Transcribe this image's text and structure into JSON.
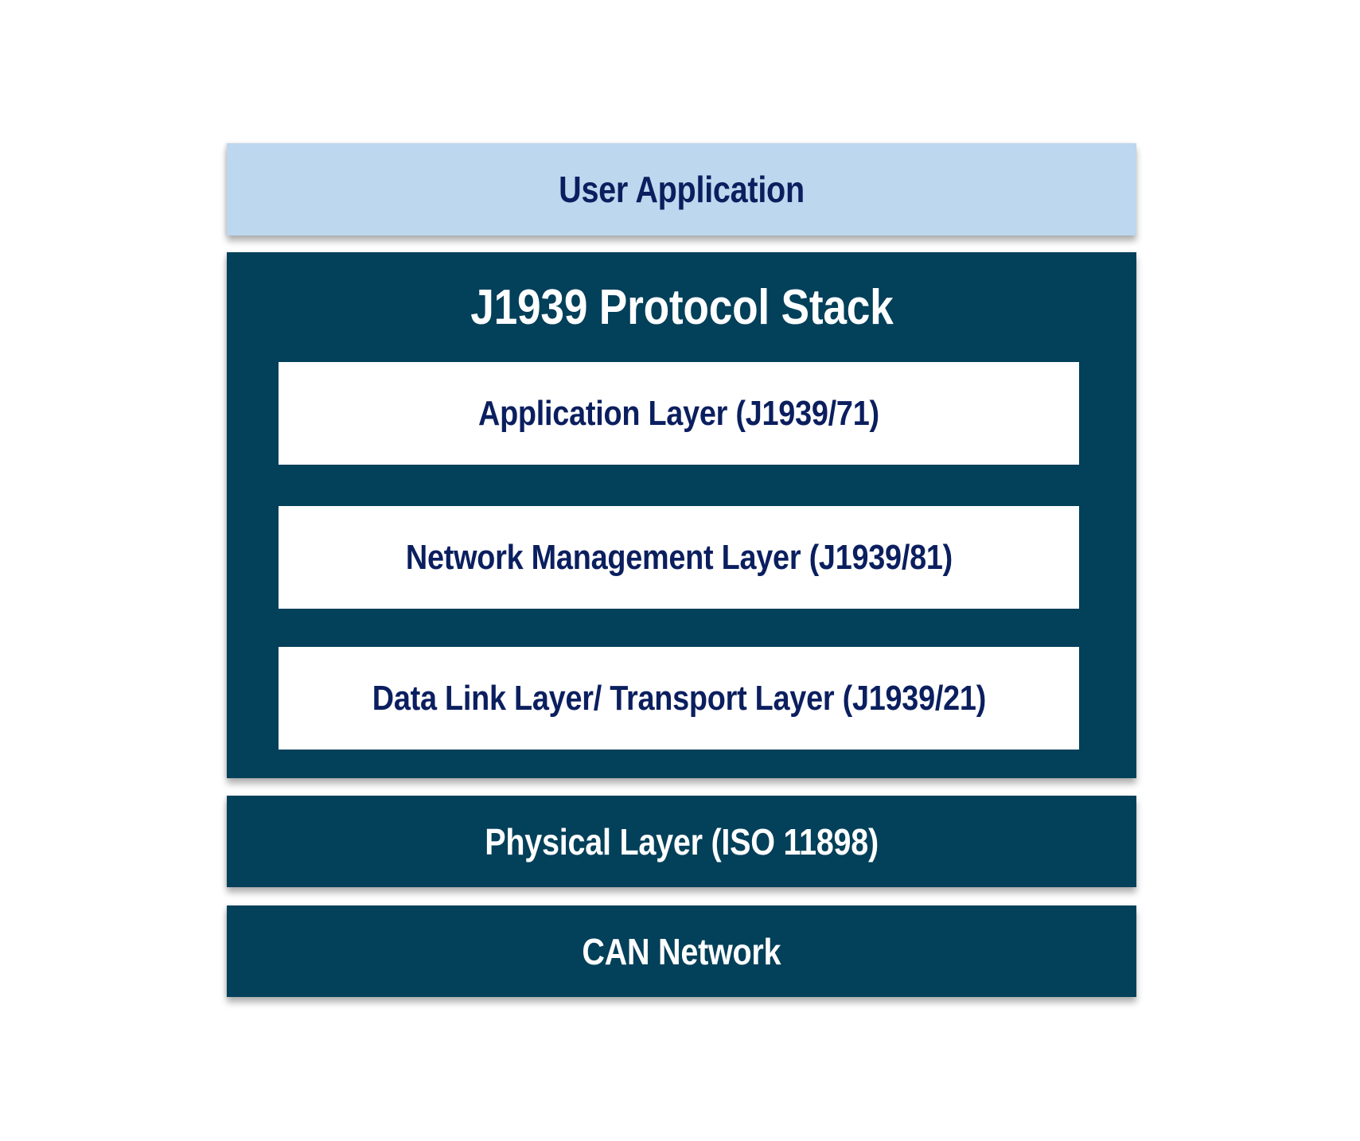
{
  "diagram": {
    "type": "layered-stack",
    "colors": {
      "user_app_fill": "#bdd7ee",
      "stack_fill": "#03405a",
      "inner_fill": "#ffffff",
      "dark_text": "#0b1f5f",
      "light_text": "#ffffff"
    },
    "user_application": {
      "label": "User Application"
    },
    "protocol_stack": {
      "title": "J1939 Protocol Stack",
      "layers": [
        {
          "label": "Application Layer (J1939/71)"
        },
        {
          "label": "Network Management Layer (J1939/81)"
        },
        {
          "label": "Data Link Layer/ Transport Layer (J1939/21)"
        }
      ]
    },
    "physical_layer": {
      "label": "Physical Layer (ISO 11898)"
    },
    "can_network": {
      "label": "CAN Network"
    }
  }
}
